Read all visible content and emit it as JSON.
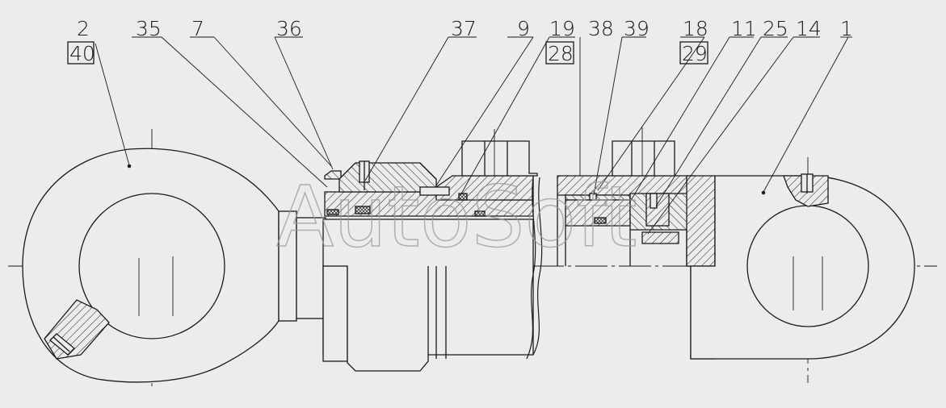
{
  "watermark": "AutoSoft",
  "callouts": [
    {
      "id": "c1",
      "text": "2"
    },
    {
      "id": "c2",
      "text": "40",
      "boxed": true
    },
    {
      "id": "c3",
      "text": "35"
    },
    {
      "id": "c4",
      "text": "7"
    },
    {
      "id": "c5",
      "text": "36"
    },
    {
      "id": "c6",
      "text": "37"
    },
    {
      "id": "c7",
      "text": "9"
    },
    {
      "id": "c8",
      "text": "19"
    },
    {
      "id": "c9",
      "text": "28",
      "boxed": true
    },
    {
      "id": "c10",
      "text": "38"
    },
    {
      "id": "c11",
      "text": "39"
    },
    {
      "id": "c12",
      "text": "18"
    },
    {
      "id": "c13",
      "text": "29",
      "boxed": true
    },
    {
      "id": "c14",
      "text": "11"
    },
    {
      "id": "c15",
      "text": "25"
    },
    {
      "id": "c16",
      "text": "14"
    },
    {
      "id": "c17",
      "text": "1"
    }
  ]
}
